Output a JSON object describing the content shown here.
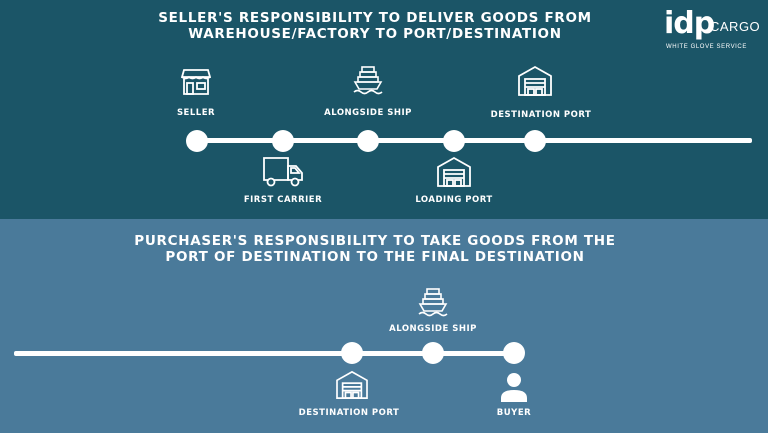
{
  "colors": {
    "top_bg": "#1b5567",
    "bottom_bg": "#4a7a9a",
    "foreground": "#ffffff"
  },
  "logo": {
    "mark": "idp",
    "word": "CARGO",
    "tagline": "WHITE GLOVE SERVICE"
  },
  "seller": {
    "title": "SELLER'S RESPONSIBILITY TO DELIVER GOODS FROM WAREHOUSE/FACTORY TO PORT/DESTINATION",
    "steps": [
      {
        "label": "SELLER",
        "icon": "store-icon"
      },
      {
        "label": "FIRST CARRIER",
        "icon": "truck-icon"
      },
      {
        "label": "ALONGSIDE SHIP",
        "icon": "ship-icon"
      },
      {
        "label": "LOADING PORT",
        "icon": "warehouse-icon"
      },
      {
        "label": "DESTINATION PORT",
        "icon": "warehouse-icon"
      }
    ]
  },
  "purchaser": {
    "title": "PURCHASER'S RESPONSIBILITY TO TAKE GOODS FROM THE PORT OF DESTINATION TO THE FINAL DESTINATION",
    "steps": [
      {
        "label": "DESTINATION PORT",
        "icon": "warehouse-icon"
      },
      {
        "label": "ALONGSIDE SHIP",
        "icon": "ship-icon"
      },
      {
        "label": "BUYER",
        "icon": "person-icon"
      }
    ]
  }
}
